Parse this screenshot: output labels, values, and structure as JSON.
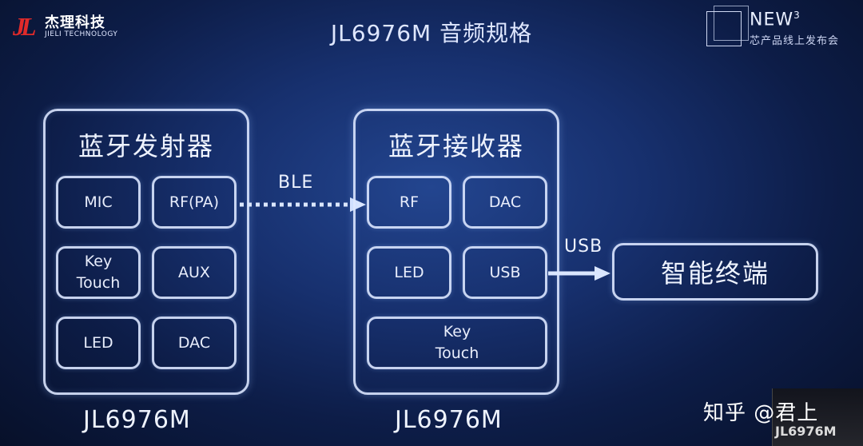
{
  "brand": {
    "mark": "JL",
    "name_cn": "杰理科技",
    "name_en": "JIELI TECHNOLOGY"
  },
  "title": "JL6976M 音频规格",
  "event": {
    "name": "NEW",
    "sup": "3",
    "subtitle": "芯产品线上发布会"
  },
  "transmitter": {
    "title": "蓝牙发射器",
    "modules": [
      "MIC",
      "RF(PA)",
      "Key\nTouch",
      "AUX",
      "LED",
      "DAC"
    ],
    "chip": "JL6976M"
  },
  "receiver": {
    "title": "蓝牙接收器",
    "modules": [
      "RF",
      "DAC",
      "LED",
      "USB",
      "Key\nTouch"
    ],
    "chip": "JL6976M"
  },
  "links": {
    "ble": "BLE",
    "usb": "USB"
  },
  "terminal": "智能终端",
  "watermark": "知乎 @君上",
  "corner_chip": "JL6976M",
  "colors": {
    "brand_red": "#e02a2a",
    "line": "#dae6ff",
    "background": "#17306e"
  }
}
